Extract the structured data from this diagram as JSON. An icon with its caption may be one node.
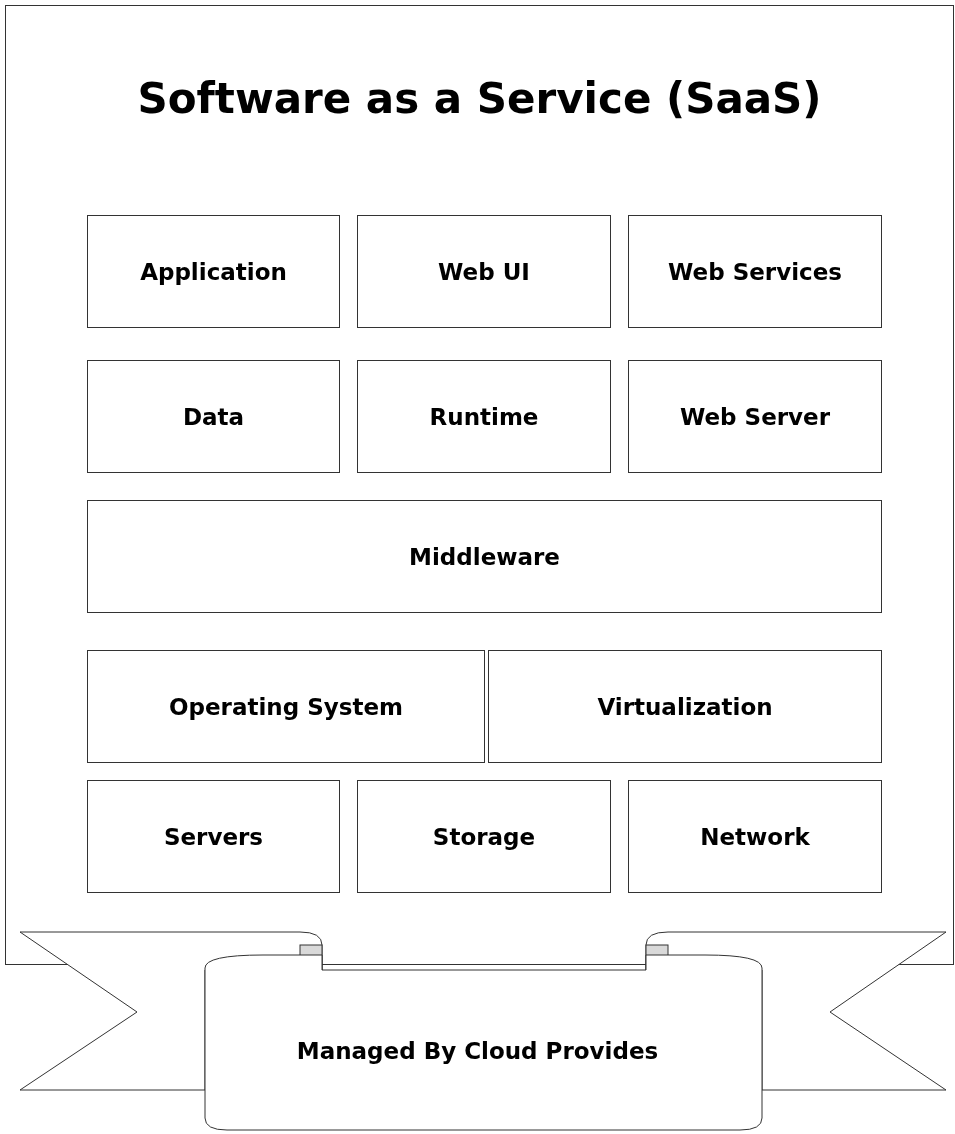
{
  "diagram": {
    "nodes": [
      {
        "text": [
          "Software as a Service (SaaS)"
        ]
      },
      {
        "text": [
          "Application"
        ],
        "in": 0
      },
      {
        "text": [
          "Web UI"
        ],
        "in": 0
      },
      {
        "text": [
          "Web Services"
        ],
        "in": 0
      },
      {
        "text": [
          "Data"
        ],
        "in": 0
      },
      {
        "text": [
          "Runtime"
        ],
        "in": 0
      },
      {
        "text": [
          "Web Server"
        ],
        "in": 0
      },
      {
        "text": [
          "Middleware"
        ],
        "in": 0
      },
      {
        "text": [
          "Operating System"
        ],
        "in": 0
      },
      {
        "text": [
          "Virtualization"
        ],
        "in": 0
      },
      {
        "text": [
          "Servers"
        ],
        "in": 0
      },
      {
        "text": [
          "Storage"
        ],
        "in": 0
      },
      {
        "text": [
          "Network"
        ],
        "in": 0
      },
      {
        "text": [
          "Managed By Cloud Provides"
        ]
      }
    ],
    "edges": []
  }
}
